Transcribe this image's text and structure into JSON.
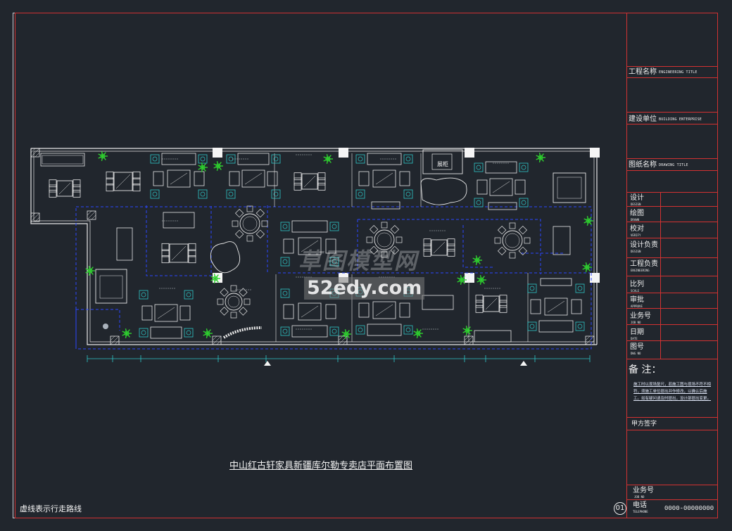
{
  "drawing": {
    "title": "中山红古轩家具新疆库尔勒专卖店平面布置图",
    "legend_note": "虚线表示行走路线",
    "sheet_number": "01",
    "stamp_label": "展柜"
  },
  "watermark": {
    "line1": "草图模型网",
    "line2": "52edy.com"
  },
  "title_block": {
    "project_name": {
      "cn": "工程名称",
      "en": "ENGINEERING TITLE"
    },
    "client": {
      "cn": "建设单位",
      "en": "BUILDING ENTERPRISE"
    },
    "drawing_name": {
      "cn": "图纸名称",
      "en": "DRAWING TITLE"
    },
    "rows": [
      {
        "cn": "设计",
        "en": "DESIGN"
      },
      {
        "cn": "绘图",
        "en": "DRAWN"
      },
      {
        "cn": "校对",
        "en": "VERIFY"
      },
      {
        "cn": "设计负责",
        "en": "DESIGN"
      },
      {
        "cn": "工程负责",
        "en": "ENGINEERING"
      },
      {
        "cn": "比列",
        "en": "SCALE"
      },
      {
        "cn": "审批",
        "en": "APPROVE"
      },
      {
        "cn": "业务号",
        "en": "JOB NO"
      },
      {
        "cn": "日期",
        "en": "DATE"
      },
      {
        "cn": "图号",
        "en": "DWG NO"
      }
    ],
    "remarks_label": "备 注：",
    "remarks_text": "施工时以现场复尺，若施工图与现场不符不相符，须施工单位提出并作修改，以确认后施工。如有疑问请及时提出，设计部提出变更。",
    "owner_sign": "甲方签字",
    "job_no": {
      "cn": "业务号",
      "en": "JOB NO"
    },
    "phone": {
      "cn": "电话",
      "en": "TELEPHONE",
      "value": "0000-00000000"
    }
  },
  "colors": {
    "background": "#21262d",
    "frame_red": "#d23232",
    "cad_white": "#e8e8e8",
    "cad_cyan": "#2ec9c9",
    "route_blue": "#2b46ff",
    "plant_green": "#2fd12f"
  }
}
